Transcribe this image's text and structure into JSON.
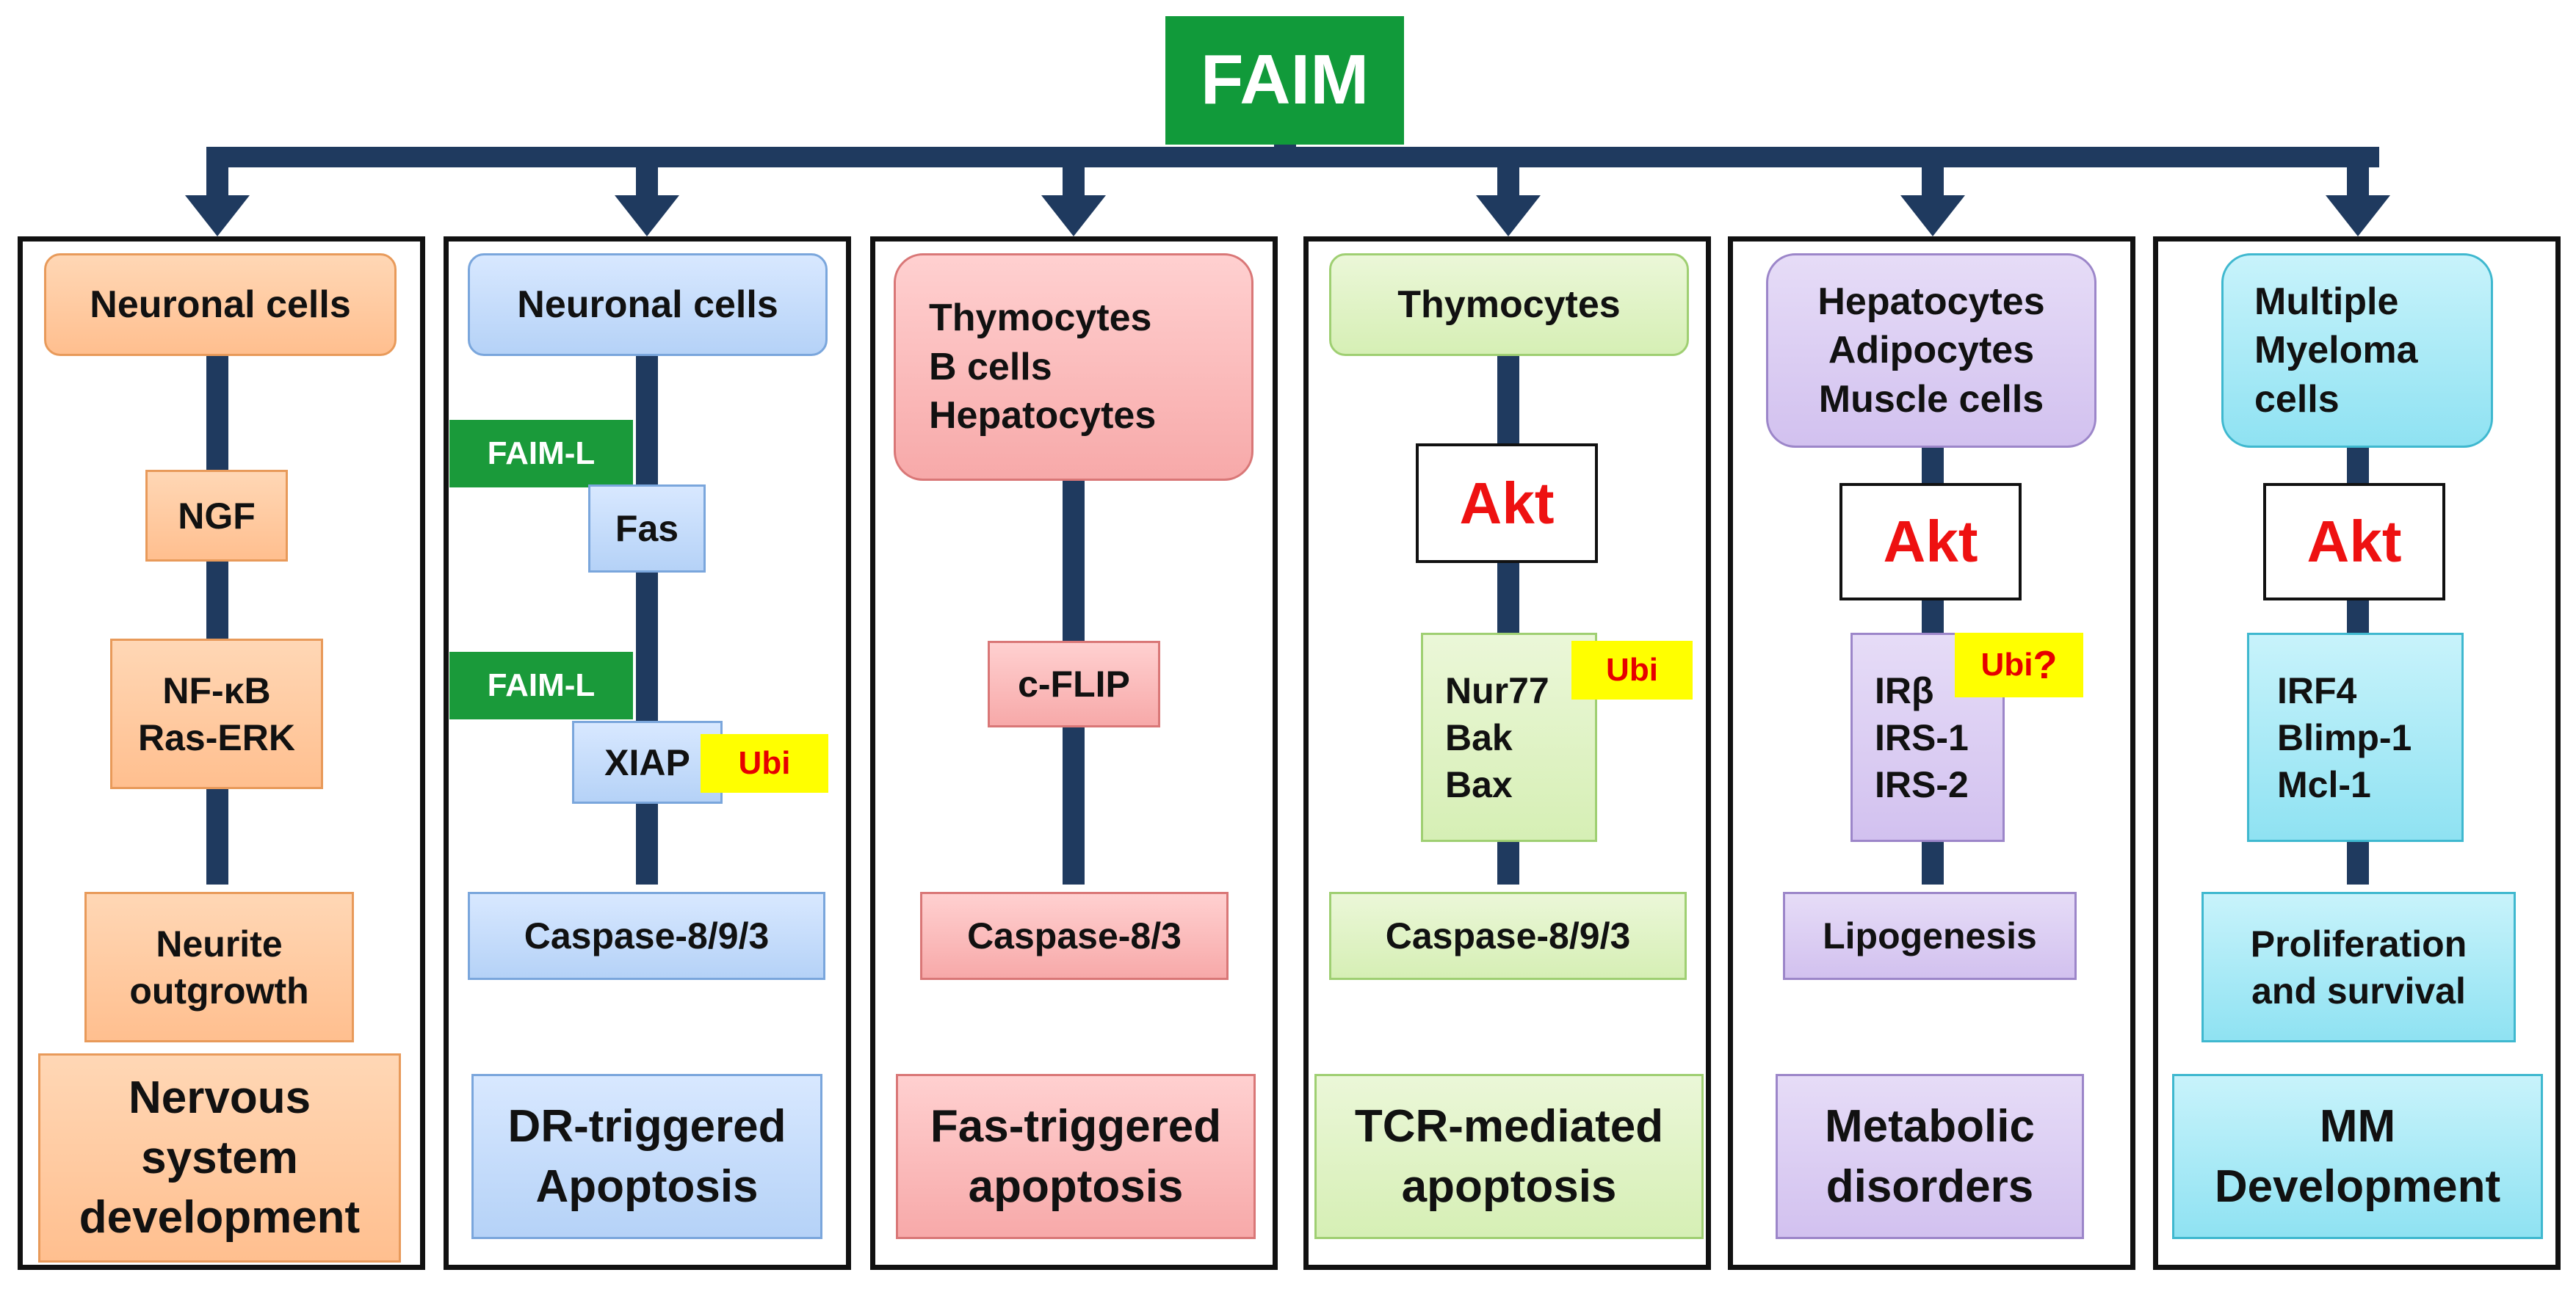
{
  "root": {
    "label": "FAIM",
    "color": "#119a3a"
  },
  "connector_color": "#1f3a5f",
  "panels": [
    {
      "id": "nervous",
      "top": [
        "Neuronal cells"
      ],
      "mids": [
        [
          "NGF"
        ],
        [
          "NF-κB",
          "Ras-ERK"
        ]
      ],
      "end": [
        "Neurite",
        "outgrowth"
      ],
      "outcome": [
        "Nervous",
        "system",
        "development"
      ]
    },
    {
      "id": "dr",
      "top": [
        "Neuronal cells"
      ],
      "faiml_1": "FAIM-L",
      "mid_fas": [
        "Fas"
      ],
      "faiml_2": "FAIM-L",
      "mid_xiap": [
        "XIAP"
      ],
      "ubi": "Ubi",
      "end": [
        "Caspase-8/9/3"
      ],
      "outcome": [
        "DR-triggered",
        "Apoptosis"
      ]
    },
    {
      "id": "fas",
      "top": [
        "Thymocytes",
        "B cells",
        "Hepatocytes"
      ],
      "mid": [
        "c-FLIP"
      ],
      "end": [
        "Caspase-8/3"
      ],
      "outcome": [
        "Fas-triggered",
        "apoptosis"
      ]
    },
    {
      "id": "tcr",
      "top": [
        "Thymocytes"
      ],
      "akt": "Akt",
      "mid": [
        "Nur77",
        "Bak",
        "Bax"
      ],
      "ubi": "Ubi",
      "end": [
        "Caspase-8/9/3"
      ],
      "outcome": [
        "TCR-mediated",
        "apoptosis"
      ]
    },
    {
      "id": "metabolic",
      "top": [
        "Hepatocytes",
        "Adipocytes",
        "Muscle cells"
      ],
      "akt": "Akt",
      "mid": [
        "IRβ",
        "IRS-1",
        "IRS-2"
      ],
      "ubi": "Ubi",
      "ubi_q": "?",
      "end": [
        "Lipogenesis"
      ],
      "outcome": [
        "Metabolic",
        "disorders"
      ]
    },
    {
      "id": "mm",
      "top": [
        "Multiple",
        "Myeloma",
        "cells"
      ],
      "akt": "Akt",
      "mid": [
        "IRF4",
        "Blimp-1",
        "Mcl-1"
      ],
      "end": [
        "Proliferation",
        "and survival"
      ],
      "outcome": [
        "MM",
        "Development"
      ]
    }
  ]
}
